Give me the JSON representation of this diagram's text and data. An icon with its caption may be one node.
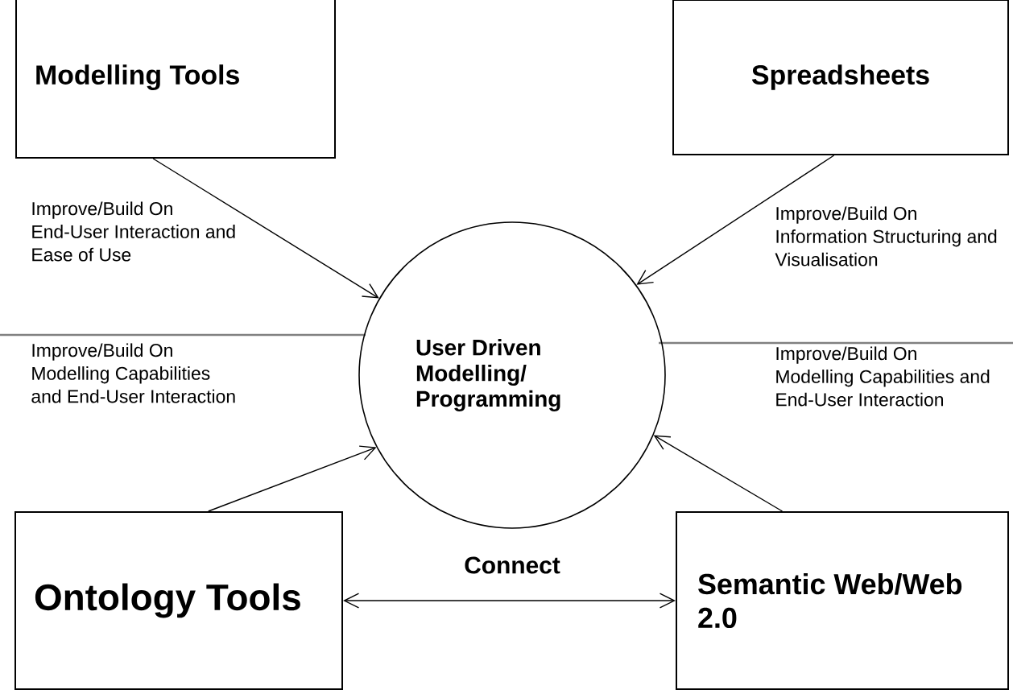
{
  "diagram": {
    "nodes": [
      {
        "text": [
          "Modelling Tools"
        ]
      },
      {
        "text": [
          "Spreadsheets"
        ]
      },
      {
        "text": [
          "User Driven Modelling/ Programming"
        ]
      },
      {
        "text": [
          "Ontology Tools"
        ]
      },
      {
        "text": [
          "Semantic Web/Web 2.0"
        ]
      }
    ],
    "edges": [
      {
        "from": 0,
        "to": 2,
        "arrow": "to",
        "label": "Improve/Build On End-User Interaction and Ease of Use"
      },
      {
        "from": 1,
        "to": 2,
        "arrow": "to",
        "label": "Improve/Build On Information Structuring and Visualisation"
      },
      {
        "from": 3,
        "to": 2,
        "arrow": "to",
        "label": "Improve/Build On Modelling Capabilities and End-User Interaction"
      },
      {
        "from": 4,
        "to": 2,
        "arrow": "to",
        "label": "Improve/Build On Modelling Capabilities and End-User Interaction"
      },
      {
        "from": 3,
        "to": 4,
        "arrow": "both",
        "label": "Connect"
      }
    ]
  }
}
